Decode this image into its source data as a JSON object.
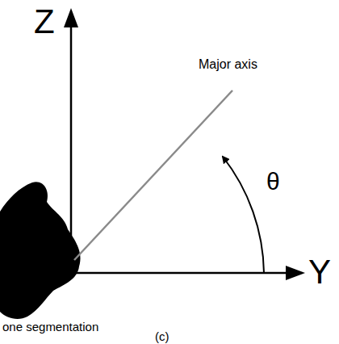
{
  "diagram": {
    "caption": "(c)",
    "labels": [
      "Z",
      "Major axis",
      "θ",
      "Y",
      "one segmentation"
    ]
  }
}
